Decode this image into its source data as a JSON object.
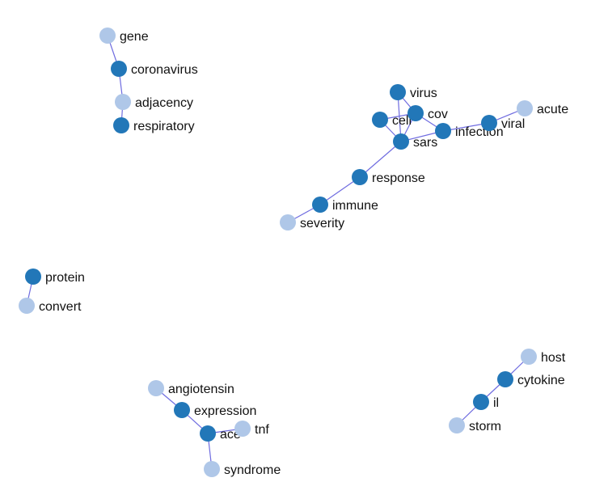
{
  "colors": {
    "node_dark": "#2277b8",
    "node_light": "#afc7e8",
    "edge": "#6f6ce0",
    "background": "#ffffff"
  },
  "nodes": [
    {
      "id": "gene",
      "label": "gene",
      "group": "light"
    },
    {
      "id": "coronavirus",
      "label": "coronavirus",
      "group": "dark"
    },
    {
      "id": "adjacency",
      "label": "adjacency",
      "group": "light"
    },
    {
      "id": "respiratory",
      "label": "respiratory",
      "group": "dark"
    },
    {
      "id": "virus",
      "label": "virus",
      "group": "dark"
    },
    {
      "id": "cell",
      "label": "cell",
      "group": "dark"
    },
    {
      "id": "cov",
      "label": "cov",
      "group": "dark"
    },
    {
      "id": "infection",
      "label": "infection",
      "group": "dark"
    },
    {
      "id": "sars",
      "label": "sars",
      "group": "dark"
    },
    {
      "id": "viral",
      "label": "viral",
      "group": "dark"
    },
    {
      "id": "acute",
      "label": "acute",
      "group": "light"
    },
    {
      "id": "response",
      "label": "response",
      "group": "dark"
    },
    {
      "id": "immune",
      "label": "immune",
      "group": "dark"
    },
    {
      "id": "severity",
      "label": "severity",
      "group": "light"
    },
    {
      "id": "protein",
      "label": "protein",
      "group": "dark"
    },
    {
      "id": "convert",
      "label": "convert",
      "group": "light"
    },
    {
      "id": "angiotensin",
      "label": "angiotensin",
      "group": "light"
    },
    {
      "id": "expression",
      "label": "expression",
      "group": "dark"
    },
    {
      "id": "ace",
      "label": "ace",
      "group": "dark"
    },
    {
      "id": "tnf",
      "label": "tnf",
      "group": "light"
    },
    {
      "id": "syndrome",
      "label": "syndrome",
      "group": "light"
    },
    {
      "id": "host",
      "label": "host",
      "group": "light"
    },
    {
      "id": "cytokine",
      "label": "cytokine",
      "group": "dark"
    },
    {
      "id": "il",
      "label": "il",
      "group": "dark"
    },
    {
      "id": "storm",
      "label": "storm",
      "group": "light"
    }
  ],
  "edges": [
    [
      "gene",
      "coronavirus"
    ],
    [
      "coronavirus",
      "adjacency"
    ],
    [
      "adjacency",
      "respiratory"
    ],
    [
      "virus",
      "cov"
    ],
    [
      "virus",
      "sars"
    ],
    [
      "cell",
      "cov"
    ],
    [
      "cell",
      "sars"
    ],
    [
      "cov",
      "sars"
    ],
    [
      "cov",
      "infection"
    ],
    [
      "sars",
      "infection"
    ],
    [
      "infection",
      "viral"
    ],
    [
      "viral",
      "acute"
    ],
    [
      "sars",
      "response"
    ],
    [
      "response",
      "immune"
    ],
    [
      "immune",
      "severity"
    ],
    [
      "protein",
      "convert"
    ],
    [
      "angiotensin",
      "expression"
    ],
    [
      "expression",
      "ace"
    ],
    [
      "ace",
      "tnf"
    ],
    [
      "ace",
      "syndrome"
    ],
    [
      "host",
      "cytokine"
    ],
    [
      "cytokine",
      "il"
    ],
    [
      "il",
      "storm"
    ]
  ]
}
